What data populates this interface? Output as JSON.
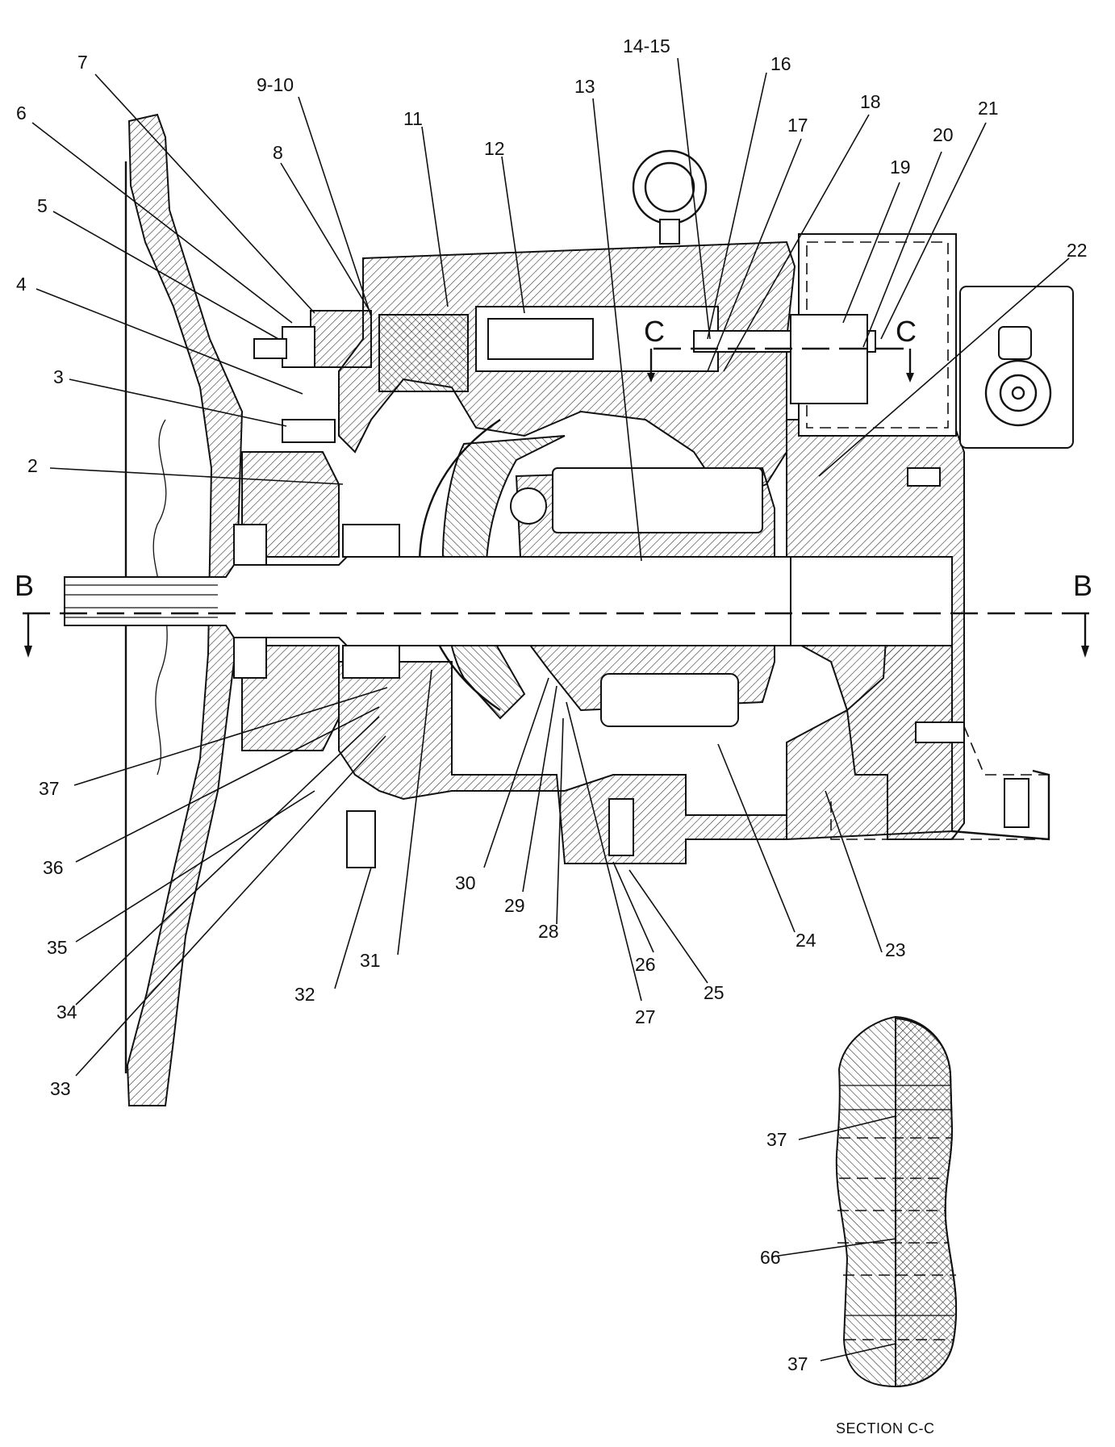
{
  "diagram": {
    "section_markers": {
      "b_left": "B",
      "b_right": "B",
      "c_left": "C",
      "c_right": "C"
    },
    "callouts": [
      {
        "id": "c1",
        "label": "7"
      },
      {
        "id": "c2",
        "label": "6"
      },
      {
        "id": "c3",
        "label": "5"
      },
      {
        "id": "c4",
        "label": "4"
      },
      {
        "id": "c5",
        "label": "3"
      },
      {
        "id": "c6",
        "label": "2"
      },
      {
        "id": "c7",
        "label": "9-10"
      },
      {
        "id": "c8",
        "label": "8"
      },
      {
        "id": "c9",
        "label": "11"
      },
      {
        "id": "c10",
        "label": "12"
      },
      {
        "id": "c11",
        "label": "13"
      },
      {
        "id": "c12",
        "label": "14-15"
      },
      {
        "id": "c13",
        "label": "16"
      },
      {
        "id": "c14",
        "label": "17"
      },
      {
        "id": "c15",
        "label": "18"
      },
      {
        "id": "c16",
        "label": "19"
      },
      {
        "id": "c17",
        "label": "20"
      },
      {
        "id": "c18",
        "label": "21"
      },
      {
        "id": "c19",
        "label": "22"
      },
      {
        "id": "c20",
        "label": "37"
      },
      {
        "id": "c21",
        "label": "36"
      },
      {
        "id": "c22",
        "label": "35"
      },
      {
        "id": "c23",
        "label": "34"
      },
      {
        "id": "c24",
        "label": "33"
      },
      {
        "id": "c25",
        "label": "32"
      },
      {
        "id": "c26",
        "label": "31"
      },
      {
        "id": "c27",
        "label": "30"
      },
      {
        "id": "c28",
        "label": "29"
      },
      {
        "id": "c29",
        "label": "28"
      },
      {
        "id": "c30",
        "label": "27"
      },
      {
        "id": "c31",
        "label": "26"
      },
      {
        "id": "c32",
        "label": "25"
      },
      {
        "id": "c33",
        "label": "24"
      },
      {
        "id": "c34",
        "label": "23"
      }
    ],
    "section_view": {
      "title": "SECTION C-C",
      "callouts": [
        {
          "id": "s1",
          "label": "37"
        },
        {
          "id": "s2",
          "label": "66"
        },
        {
          "id": "s3",
          "label": "37"
        }
      ]
    }
  }
}
